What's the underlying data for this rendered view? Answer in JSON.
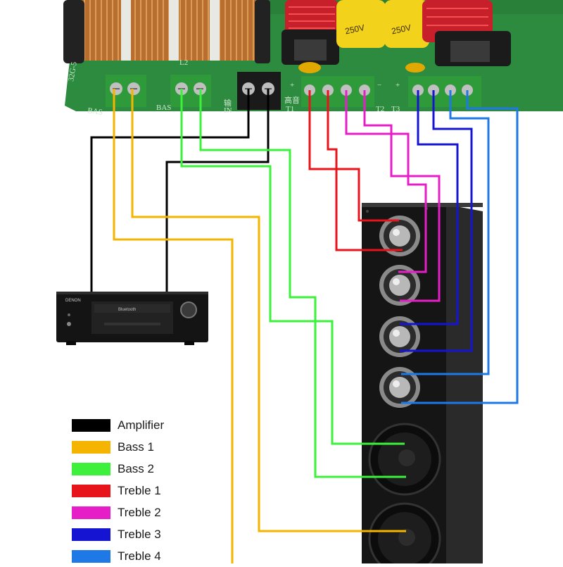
{
  "board": {
    "silkscreen": {
      "l2": "L2",
      "bass_a": "BAS",
      "bass_b": "BAS",
      "input_cn": "输",
      "input_en": "IN",
      "treble_cn": "高音",
      "t1": "T1",
      "t2": "T2",
      "t3": "T3",
      "code": "32G-5",
      "plus_a": "+",
      "plus_b": "+",
      "minus": "−"
    },
    "capacitor_label": "250V"
  },
  "amplifier": {
    "brand": "DENON",
    "display": "Bluetooth"
  },
  "legend": [
    {
      "label": "Amplifier",
      "color": "#000000"
    },
    {
      "label": "Bass 1",
      "color": "#f5b400"
    },
    {
      "label": "Bass 2",
      "color": "#3cf03c"
    },
    {
      "label": "Treble 1",
      "color": "#e8141c"
    },
    {
      "label": "Treble 2",
      "color": "#e61ec8"
    },
    {
      "label": "Treble 3",
      "color": "#1414d2"
    },
    {
      "label": "Treble 4",
      "color": "#1e78e6"
    }
  ]
}
